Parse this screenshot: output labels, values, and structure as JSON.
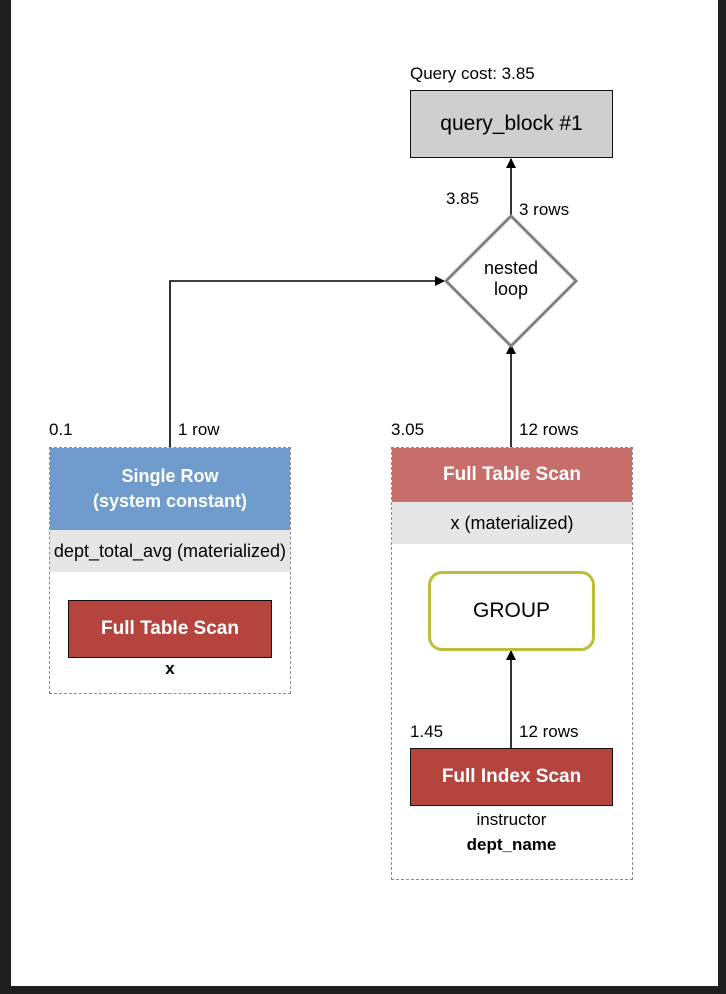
{
  "query_cost_label": "Query cost: 3.85",
  "query_block": "query_block #1",
  "nested_loop": {
    "line1": "nested",
    "line2": "loop",
    "cost": "3.85",
    "rows": "3 rows"
  },
  "left_branch": {
    "cost": "0.1",
    "rows": "1 row",
    "header_line1": "Single Row",
    "header_line2": "(system constant)",
    "table_label": "dept_total_avg (materialized)",
    "inner_op": "Full Table Scan",
    "inner_table": "x"
  },
  "right_branch": {
    "cost": "3.05",
    "rows": "12 rows",
    "header": "Full Table Scan",
    "table_label": "x (materialized)",
    "group": "GROUP",
    "index_cost": "1.45",
    "index_rows": "12 rows",
    "index_op": "Full Index Scan",
    "index_table": "instructor",
    "index_key": "dept_name"
  },
  "colors": {
    "single_row_header": "#6f9ccd",
    "full_table_scan_header": "#c86e6a",
    "scan_operation": "#b5443f",
    "query_block": "#cfcfcf",
    "group_border": "#bdbd3c",
    "diamond_border": "#808080"
  }
}
